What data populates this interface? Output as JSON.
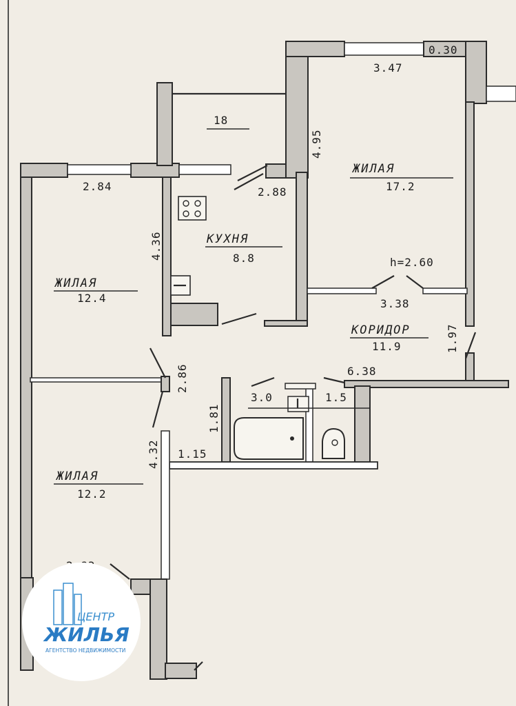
{
  "rooms": {
    "living_top_right": {
      "name": "ЖИЛАЯ",
      "area": "17.2"
    },
    "kitchen": {
      "name": "КУХНЯ",
      "area": "8.8"
    },
    "living_left": {
      "name": "ЖИЛАЯ",
      "area": "12.4"
    },
    "living_bottom_left": {
      "name": "ЖИЛАЯ",
      "area": "12.2"
    },
    "corridor": {
      "name": "КОРИДОР",
      "area": "11.9"
    },
    "bathroom": {
      "area": "3.0"
    },
    "toilet": {
      "area": "1.5"
    },
    "balcony": {
      "area": "18"
    }
  },
  "dimensions": {
    "top_width": "3.47",
    "wall_corner": "0.30",
    "living_top_height": "4.95",
    "kitchen_width": "2.88",
    "left_width": "2.84",
    "kitchen_height": "4.36",
    "ceiling_height": "h=2.60",
    "mid_width": "3.38",
    "corridor_height": "1.97",
    "corridor_length": "6.38",
    "left_height": "2.86",
    "bath_height": "1.81",
    "bottom_left_height": "4.32",
    "passage_width": "1.15",
    "bottom_left_width": "2.83"
  },
  "logo": {
    "top": "ЦЕНТР",
    "main": "ЖИЛЬЯ",
    "sub": "АГЕНТСТВО НЕДВИЖИМОСТИ"
  },
  "colors": {
    "paper": "#f1ede5",
    "wall_fill": "#c9c6c0",
    "ink": "#2b2b2b",
    "logo_blue": "#2a7bc4"
  }
}
